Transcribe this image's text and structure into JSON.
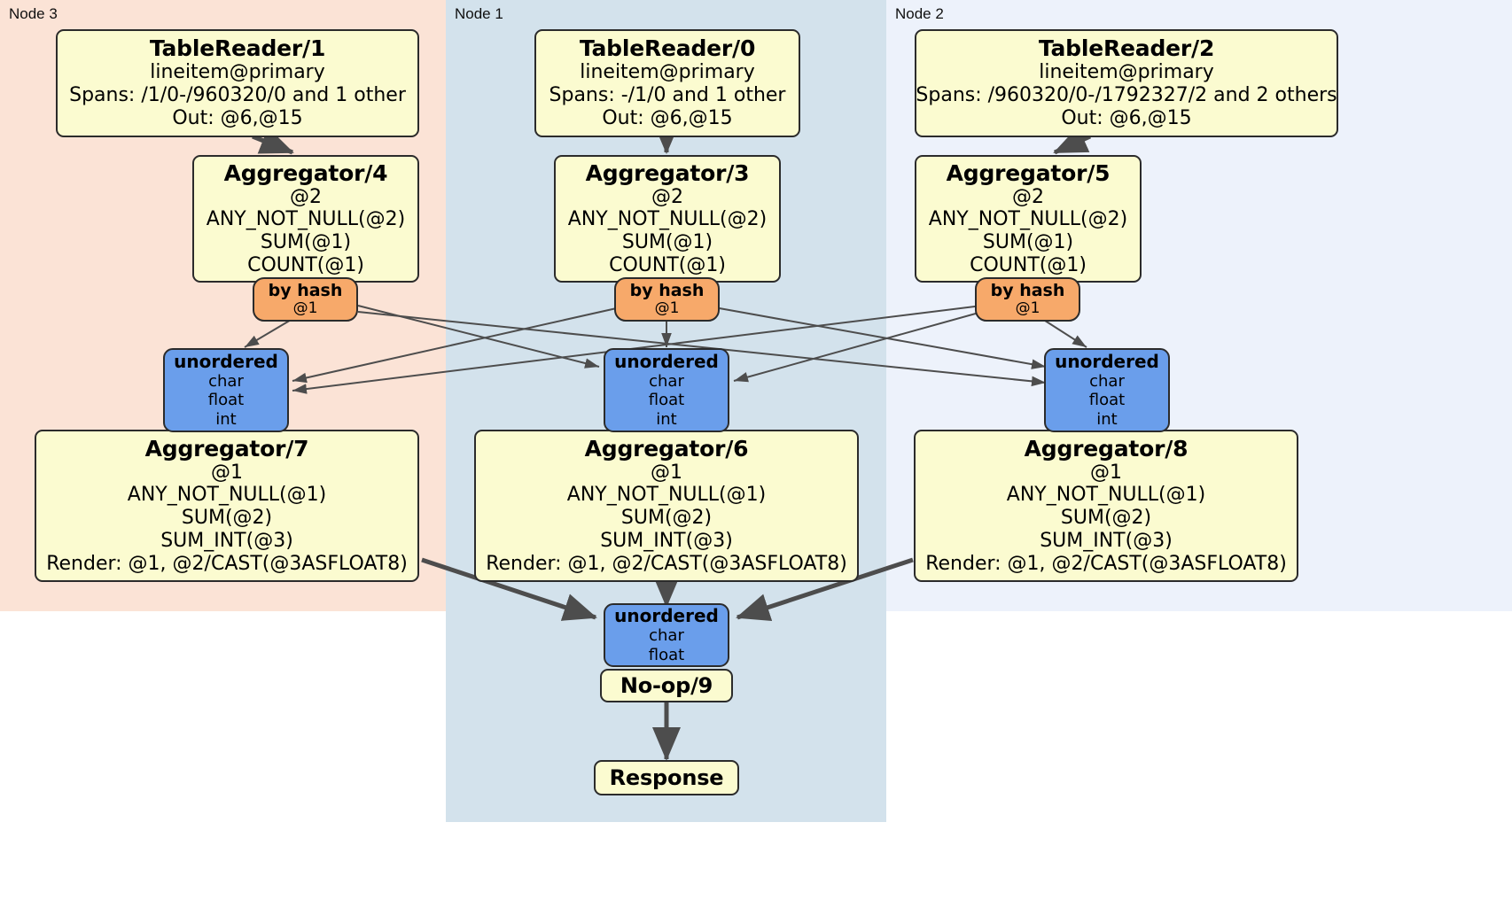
{
  "diagram": {
    "type": "distributed-query-plan",
    "colors": {
      "processor_fill": "#fbfbd0",
      "router_fill": "#f7a96a",
      "synchronizer_fill": "#6a9eeb",
      "node3_panel": "#fbe3d6",
      "node1_panel": "#d3e2ec",
      "node2_panel": "#edf2fb",
      "edge_stroke": "#4d4d4d",
      "border": "#2b2b2b"
    },
    "regions": [
      {
        "id": "node3",
        "label": "Node 3"
      },
      {
        "id": "node1",
        "label": "Node 1"
      },
      {
        "id": "node2",
        "label": "Node 2"
      }
    ],
    "nodes": {
      "table_reader_1": {
        "title": "TableReader/1",
        "lines": [
          "lineitem@primary",
          "Spans: /1/0-/960320/0 and 1 other",
          "Out: @6,@15"
        ]
      },
      "table_reader_0": {
        "title": "TableReader/0",
        "lines": [
          "lineitem@primary",
          "Spans: -/1/0 and 1 other",
          "Out: @6,@15"
        ]
      },
      "table_reader_2": {
        "title": "TableReader/2",
        "lines": [
          "lineitem@primary",
          "Spans: /960320/0-/1792327/2 and 2 others",
          "Out: @6,@15"
        ]
      },
      "aggregator_4": {
        "title": "Aggregator/4",
        "lines": [
          "@2",
          "ANY_NOT_NULL(@2)",
          "SUM(@1)",
          "COUNT(@1)"
        ]
      },
      "aggregator_3": {
        "title": "Aggregator/3",
        "lines": [
          "@2",
          "ANY_NOT_NULL(@2)",
          "SUM(@1)",
          "COUNT(@1)"
        ]
      },
      "aggregator_5": {
        "title": "Aggregator/5",
        "lines": [
          "@2",
          "ANY_NOT_NULL(@2)",
          "SUM(@1)",
          "COUNT(@1)"
        ]
      },
      "aggregator_7": {
        "title": "Aggregator/7",
        "lines": [
          "@1",
          "ANY_NOT_NULL(@1)",
          "SUM(@2)",
          "SUM_INT(@3)",
          "Render: @1, @2/CAST(@3ASFLOAT8)"
        ]
      },
      "aggregator_6": {
        "title": "Aggregator/6",
        "lines": [
          "@1",
          "ANY_NOT_NULL(@1)",
          "SUM(@2)",
          "SUM_INT(@3)",
          "Render: @1, @2/CAST(@3ASFLOAT8)"
        ]
      },
      "aggregator_8": {
        "title": "Aggregator/8",
        "lines": [
          "@1",
          "ANY_NOT_NULL(@1)",
          "SUM(@2)",
          "SUM_INT(@3)",
          "Render: @1, @2/CAST(@3ASFLOAT8)"
        ]
      },
      "by_hash_left": {
        "title": "by hash",
        "lines": [
          "@1"
        ]
      },
      "by_hash_center": {
        "title": "by hash",
        "lines": [
          "@1"
        ]
      },
      "by_hash_right": {
        "title": "by hash",
        "lines": [
          "@1"
        ]
      },
      "unordered_left": {
        "title": "unordered",
        "lines": [
          "char",
          "float",
          "int"
        ]
      },
      "unordered_center": {
        "title": "unordered",
        "lines": [
          "char",
          "float",
          "int"
        ]
      },
      "unordered_right": {
        "title": "unordered",
        "lines": [
          "char",
          "float",
          "int"
        ]
      },
      "unordered_final": {
        "title": "unordered",
        "lines": [
          "char",
          "float"
        ]
      },
      "noop_9": {
        "title": "No-op/9",
        "lines": []
      },
      "response": {
        "title": "Response",
        "lines": []
      }
    }
  }
}
